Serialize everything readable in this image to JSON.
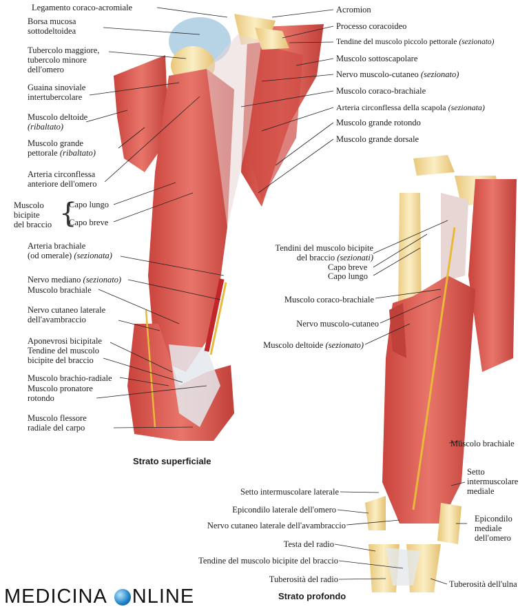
{
  "labels_superficial": {
    "legamento": "Legamento coraco-acromiale",
    "borsa": "Borsa mucosa\nsottodeltoidea",
    "tubercolo": "Tubercolo maggiore,\ntubercolo minore\ndell'omero",
    "guaina": "Guaina sinoviale\nintertubercolare",
    "deltoide": "Muscolo deltoide",
    "deltoide_note": "(ribaltato)",
    "gpettorale": "Muscolo grande\npettorale",
    "gpettorale_note": "(ribaltato)",
    "arteria_circ_ant": "Arteria circonflessa\nanteriore dell'omero",
    "bicipite": "Muscolo\nbicipite\ndel braccio",
    "capo_lungo": "Capo lungo",
    "capo_breve": "Capo breve",
    "art_brachiale": "Arteria brachiale\n(od omerale)",
    "art_brachiale_note": "(sezionata)",
    "nervo_mediano": "Nervo mediano",
    "nervo_mediano_note": "(sezionato)",
    "brachiale": "Muscolo brachiale",
    "cutaneo_lat": "Nervo cutaneo laterale\ndell'avambraccio",
    "aponevrosi": "Aponevrosi bicipitale",
    "tendine_bic": "Tendine del muscolo\nbicipite del braccio",
    "brachioradiale": "Muscolo brachio-radiale",
    "pronatore": "Muscolo pronatore\nrotondo",
    "flessore": "Muscolo flessore\nradiale del carpo",
    "acromion": "Acromion",
    "processo": "Processo coracoideo",
    "tendine_pp": "Tendine del muscolo piccolo pettorale",
    "tendine_pp_note": "(sezionato)",
    "sottoscapolare": "Muscolo sottoscapolare",
    "muscolocutaneo": "Nervo muscolo-cutaneo",
    "muscolocutaneo_note": "(sezionato)",
    "coracobrachiale": "Muscolo coraco-brachiale",
    "arteria_scapola": "Arteria circonflessa della scapola",
    "arteria_scapola_note": "(sezionata)",
    "grande_rotondo": "Muscolo grande rotondo",
    "grande_dorsale": "Muscolo grande dorsale",
    "caption": "Strato superficiale"
  },
  "labels_deep": {
    "tendini_bic": "Tendini del muscolo bicipite\ndel braccio",
    "tendini_bic_note": "(sezionati)",
    "capo_breve": "Capo breve",
    "capo_lungo": "Capo lungo",
    "coracobrachiale": "Muscolo coraco-brachiale",
    "muscolocutaneo": "Nervo muscolo-cutaneo",
    "deltoide": "Muscolo deltoide",
    "deltoide_note": "(sezionato)",
    "brachiale": "Muscolo brachiale",
    "setto_lat": "Setto intermuscolare laterale",
    "setto_med": "Setto\nintermuscolare\nmediale",
    "epicondilo_lat": "Epicondilo laterale dell'omero",
    "epicondilo_med": "Epicondilo\nmediale\ndell'omero",
    "cutaneo_lat": "Nervo cutaneo laterale dell'avambraccio",
    "testa_radio": "Testa del radio",
    "tendine_bic": "Tendine del muscolo bicipite del braccio",
    "tuberosita_radio": "Tuberosità del radio",
    "tuberosita_ulna": "Tuberosità dell'ulna",
    "caption": "Strato profondo"
  },
  "logo": {
    "left": "MEDICINA",
    "right": "NLINE"
  },
  "colors": {
    "muscle": "#d9524a",
    "tendon": "#dfe6ea",
    "bone": "#f3dca0",
    "nerve": "#e8b93a",
    "artery": "#c0262a"
  }
}
